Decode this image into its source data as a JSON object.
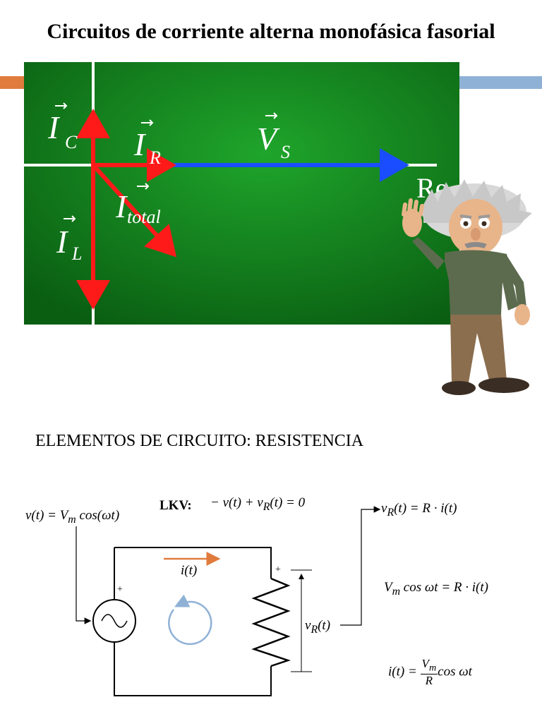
{
  "slide": {
    "title": "Circuitos de corriente alterna monofásica fasorial",
    "section_heading": "ELEMENTOS DE CIRCUITO: RESISTENCIA",
    "colors": {
      "accent_left": "#e07b3e",
      "accent_right": "#8fb1d6"
    }
  },
  "phasor_diagram": {
    "labels": {
      "ic": "I",
      "ic_sub": "C",
      "ir": "I",
      "ir_sub": "R",
      "vs": "V",
      "vs_sub": "S",
      "itotal": "I",
      "itotal_sub": "total",
      "il": "I",
      "il_sub": "L",
      "re": "Re"
    },
    "colors": {
      "background": "#138a1f",
      "current": "#ff1a1a",
      "voltage": "#1a4dff",
      "axes": "#ffffff"
    }
  },
  "circuit": {
    "source_equation": "v(t) = V",
    "source_sub": "m",
    "source_tail": " cos(ωt)",
    "kvl_label": "LKV:",
    "kvl_equation": "− v(t) + v",
    "kvl_sub": "R",
    "kvl_tail": "(t) = 0",
    "current_label": "i(t)",
    "vr_label": "v",
    "vr_sub": "R",
    "vr_tail": "(t)",
    "plus": "+",
    "ohm_law": {
      "lhs": "v",
      "sub": "R",
      "rhs": "(t) = R · i(t)"
    },
    "eq2": {
      "a": "V",
      "sub": "m",
      "b": " cos ωt = R · i(t)"
    },
    "eq3": {
      "lhs": "i(t) = ",
      "num": "V",
      "num_sub": "m",
      "den": "R",
      "tail": "cos ωt"
    }
  }
}
